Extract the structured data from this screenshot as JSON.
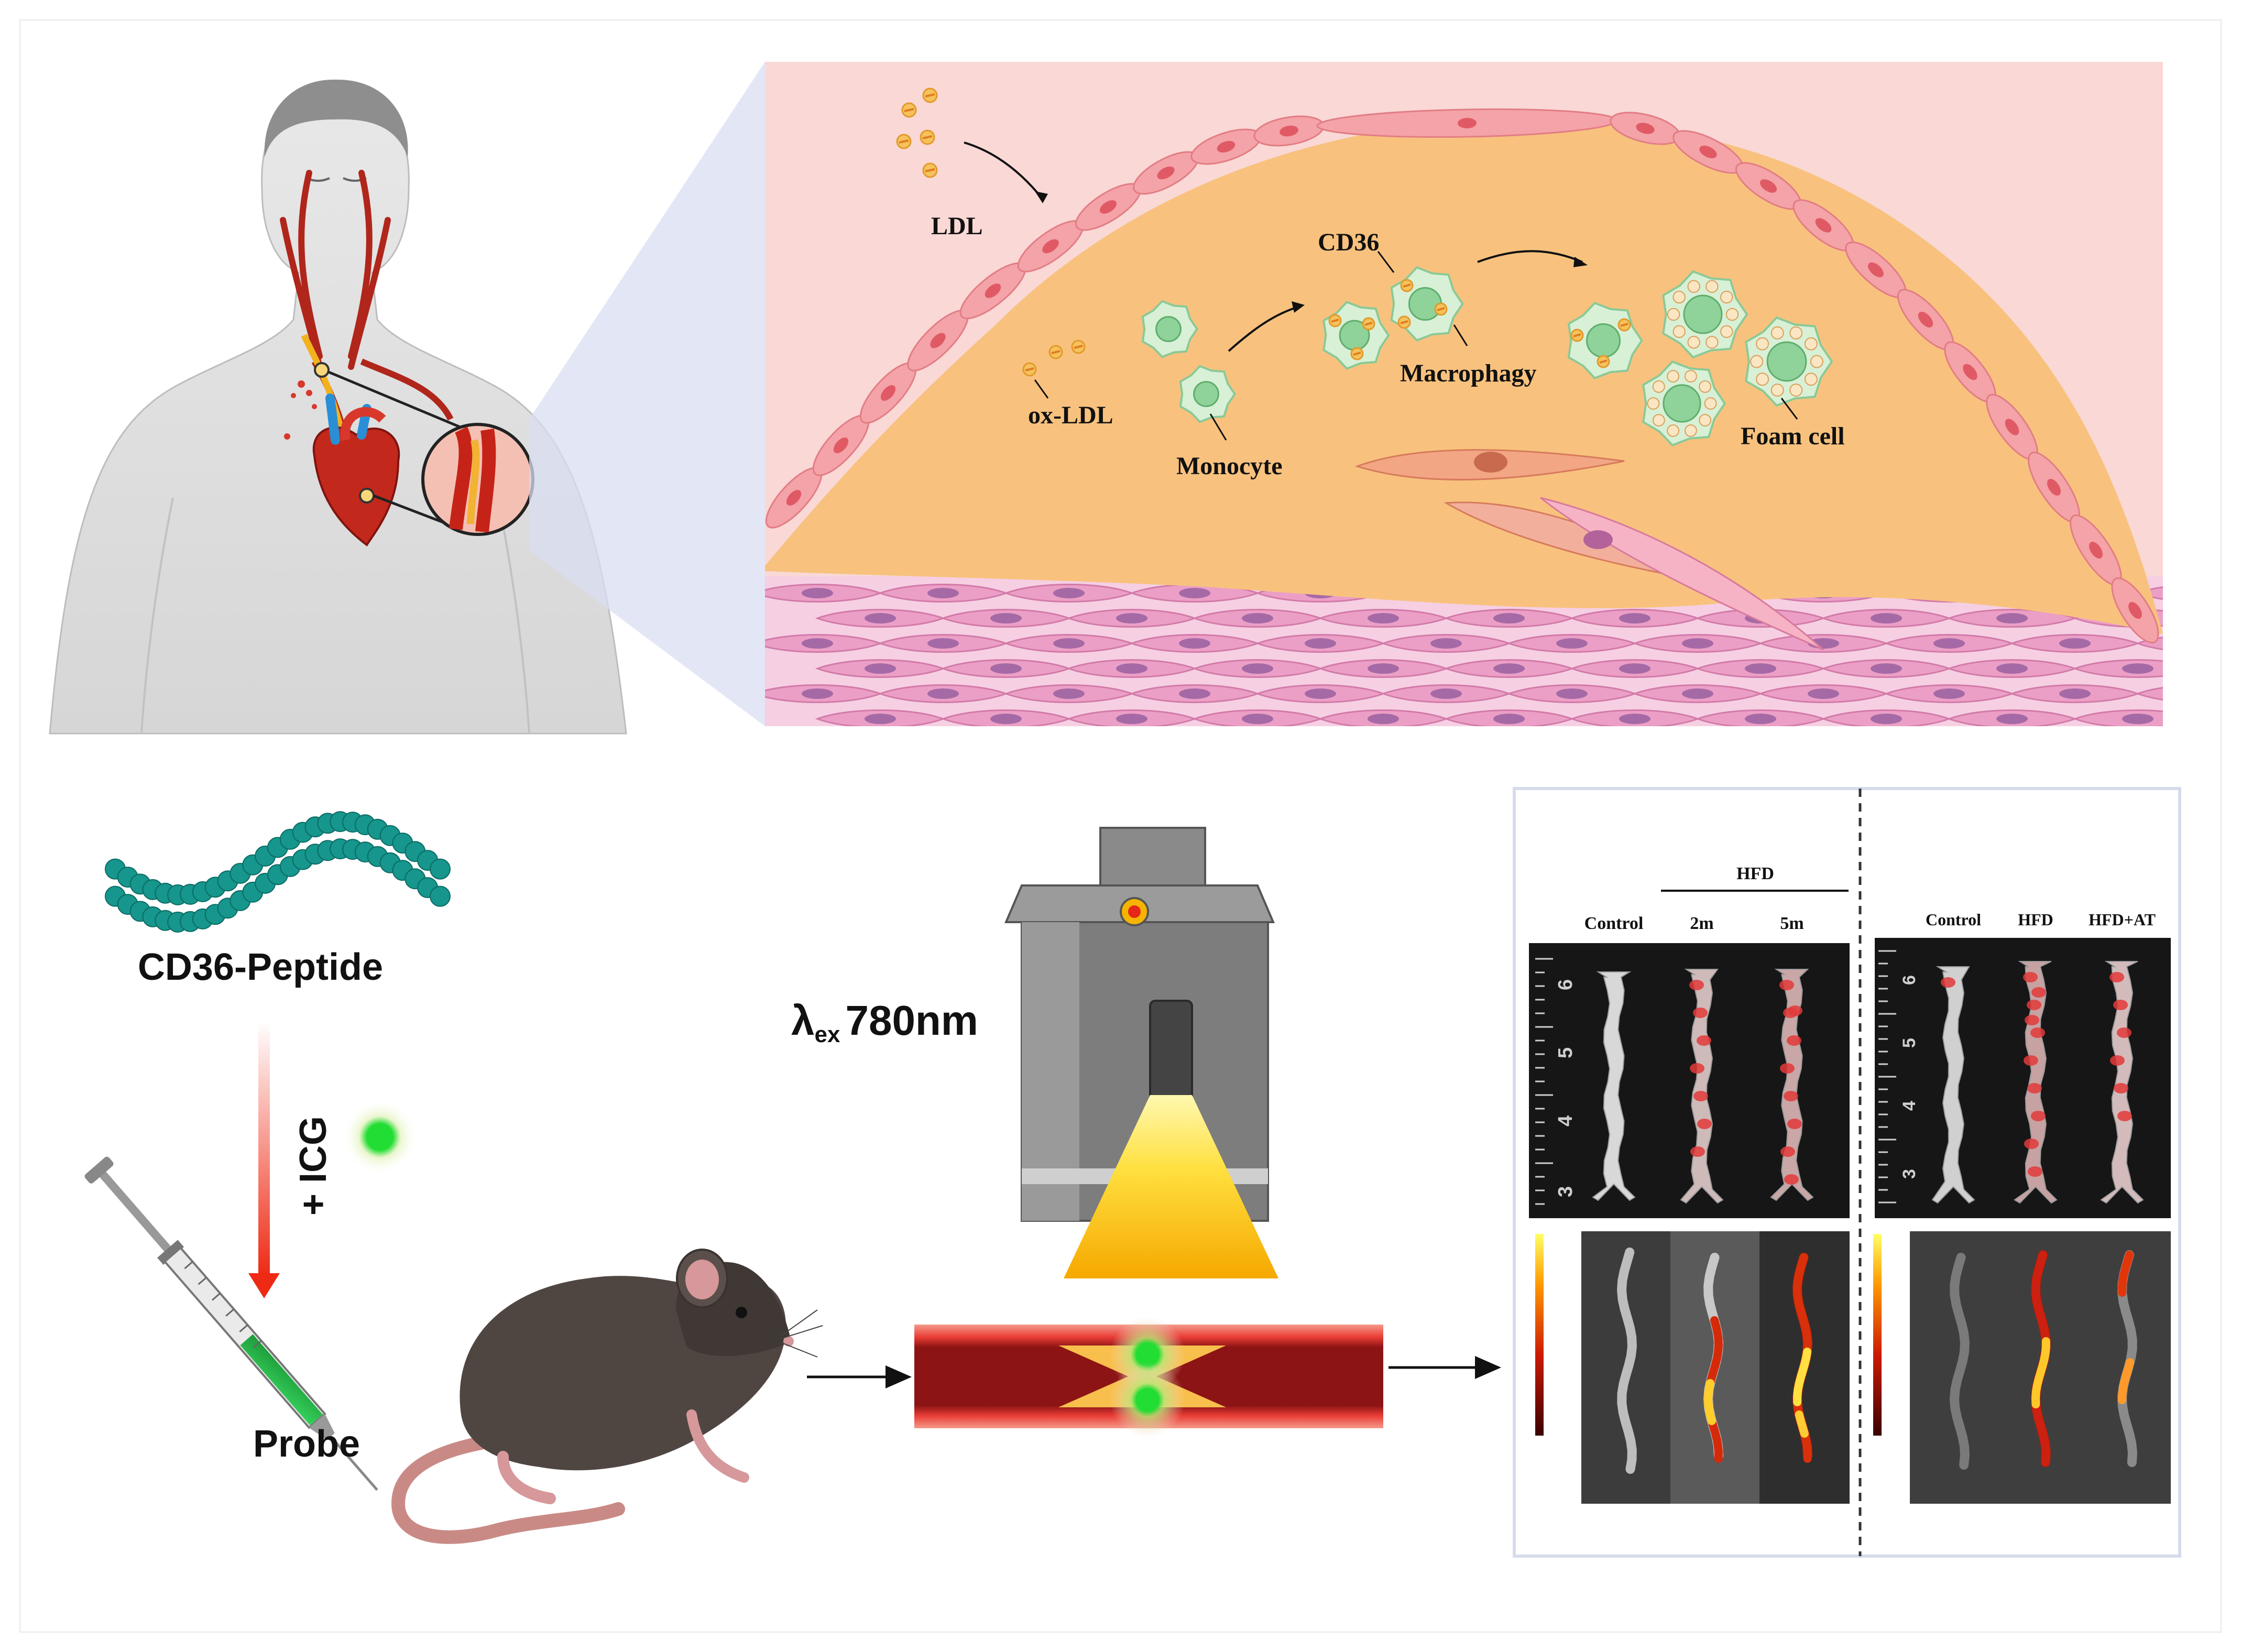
{
  "plaque": {
    "ldl": "LDL",
    "ox_ldl": "ox-LDL",
    "monocyte": "Monocyte",
    "cd36": "CD36",
    "macrophagy": "Macrophagy",
    "foam_cell": "Foam cell"
  },
  "probe_synthesis": {
    "peptide_label": "CD36-Peptide",
    "icg_label": "+ ICG",
    "probe_label": "Probe"
  },
  "imaging": {
    "lambda": "λ",
    "lambda_sub": "ex",
    "wavelength": "780nm"
  },
  "results": {
    "left_panel": {
      "group_header": "HFD",
      "columns": [
        "Control",
        "2m",
        "5m"
      ],
      "ruler_ticks": [
        "6",
        "5",
        "4",
        "3"
      ]
    },
    "right_panel": {
      "columns": [
        "Control",
        "HFD",
        "HFD+AT"
      ],
      "ruler_ticks": [
        "6",
        "5",
        "4",
        "3"
      ]
    }
  },
  "colors": {
    "plaque_bg": "#f9d8d6",
    "plaque_core": "#f8c27e",
    "endothelial": "#f4a3a8",
    "muscle": "#ec9fc6",
    "muscle_nucleus": "#a56aa6",
    "peptide": "#16968c",
    "icg_glow": "#22dd33",
    "arrow_red": "#ee3322",
    "mouse": "#4f4642",
    "vessel_dark": "#8a1616",
    "vessel_light": "#ee4b4b",
    "imager_body": "#7d7d7d",
    "light_cone": "#fcc400"
  }
}
